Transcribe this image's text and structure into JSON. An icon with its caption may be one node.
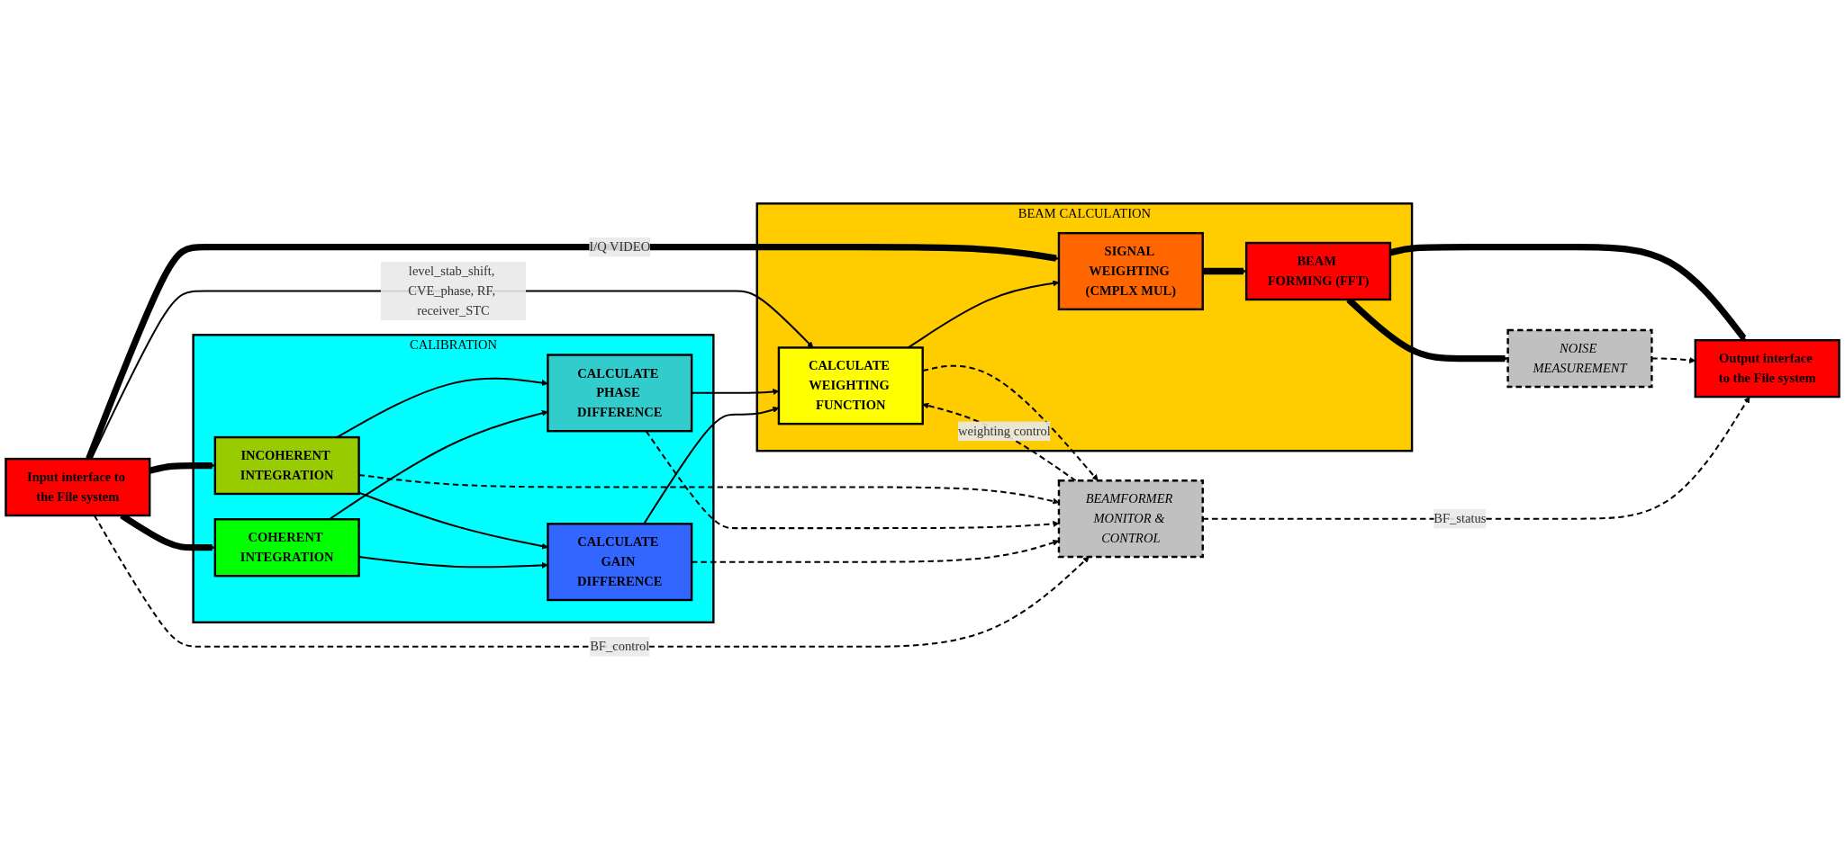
{
  "diagram": {
    "nodes": [
      {
        "text": [
          "Input interface to the File system"
        ]
      },
      {
        "text": [
          "BEAM CALCULATION"
        ]
      },
      {
        "text": [
          "SIGNAL WEIGHTING (CMPLX MUL)"
        ],
        "in": 1
      },
      {
        "text": [
          "BEAM FORMING (FFT)"
        ],
        "in": 1
      },
      {
        "text": [
          "CALCULATE WEIGHTING FUNCTION"
        ],
        "in": 1
      },
      {
        "text": [
          "NOISE MEASUREMENT"
        ]
      },
      {
        "text": [
          "CALIBRATION"
        ]
      },
      {
        "text": [
          "INCOHERENT INTEGRATION"
        ],
        "in": 6
      },
      {
        "text": [
          "COHERENT INTEGRATION"
        ],
        "in": 6
      },
      {
        "text": [
          "CALCULATE PHASE DIFFERENCE"
        ],
        "in": 6
      },
      {
        "text": [
          "CALCULATE GAIN DIFFERENCE"
        ],
        "in": 6
      },
      {
        "text": [
          "BEAMFORMER MONITOR & CONTROL"
        ]
      },
      {
        "text": [
          "Output interface to the File system"
        ]
      }
    ],
    "edges": [
      {
        "from": 0,
        "to": 2,
        "arrow": "to",
        "style": "thick",
        "label": "I/Q VIDEO"
      },
      {
        "from": 0,
        "to": 4,
        "arrow": "to",
        "label": "level_stab_shift, CVE_phase, RF, receiver_STC"
      },
      {
        "from": 0,
        "to": 7,
        "arrow": "to",
        "style": "thick"
      },
      {
        "from": 0,
        "to": 8,
        "arrow": "to",
        "style": "thick"
      },
      {
        "from": 4,
        "to": 2,
        "arrow": "to"
      },
      {
        "from": 2,
        "to": 3,
        "arrow": "to",
        "style": "thick"
      },
      {
        "from": 3,
        "to": 5,
        "arrow": "to",
        "style": "thick"
      },
      {
        "from": 3,
        "to": 12,
        "arrow": "to",
        "style": "thick"
      },
      {
        "from": 5,
        "to": 12,
        "arrow": "to",
        "style": "dashed"
      },
      {
        "from": 7,
        "to": 9,
        "arrow": "to"
      },
      {
        "from": 7,
        "to": 10,
        "arrow": "to"
      },
      {
        "from": 8,
        "to": 9,
        "arrow": "to"
      },
      {
        "from": 8,
        "to": 10,
        "arrow": "to"
      },
      {
        "from": 7,
        "to": 11,
        "arrow": "to",
        "style": "dashed"
      },
      {
        "from": 9,
        "to": 4,
        "arrow": "to"
      },
      {
        "from": 9,
        "to": 11,
        "arrow": "to",
        "style": "dashed"
      },
      {
        "from": 10,
        "to": 4,
        "arrow": "to"
      },
      {
        "from": 10,
        "to": 11,
        "arrow": "to",
        "style": "dashed"
      },
      {
        "from": 4,
        "to": 11,
        "arrow": "to",
        "style": "dashed"
      },
      {
        "from": 11,
        "to": 4,
        "arrow": "to",
        "style": "dashed",
        "label": "weighting control"
      },
      {
        "from": 0,
        "to": 11,
        "arrow": "to",
        "style": "dashed",
        "label": "BF_control"
      },
      {
        "from": 11,
        "to": 12,
        "arrow": "to",
        "style": "dashed",
        "label": "BF_status"
      }
    ]
  }
}
